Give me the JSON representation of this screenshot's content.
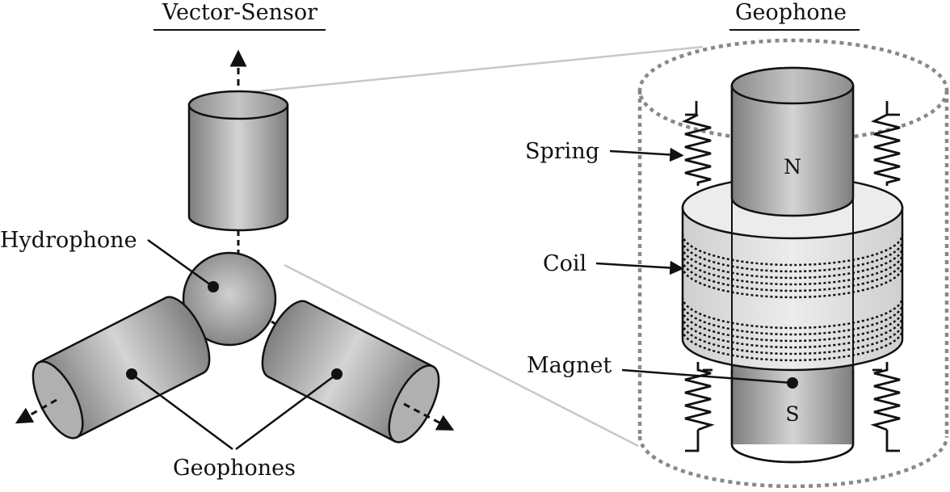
{
  "left_panel": {
    "title": "Vector-Sensor",
    "labels": {
      "hydrophone": "Hydrophone",
      "geophones": "Geophones"
    }
  },
  "right_panel": {
    "title": "Geophone",
    "labels": {
      "spring": "Spring",
      "coil": "Coil",
      "magnet": "Magnet"
    },
    "poles": {
      "north": "N",
      "south": "S"
    }
  },
  "colors": {
    "body_fill": "#9a9a9a",
    "highlight": "#d8d8d8",
    "coil_fill": "#dcdcdc",
    "coil_top": "#ececec",
    "dotted_outline": "#888888",
    "connector": "#c8c8c8",
    "ink": "#111111"
  }
}
